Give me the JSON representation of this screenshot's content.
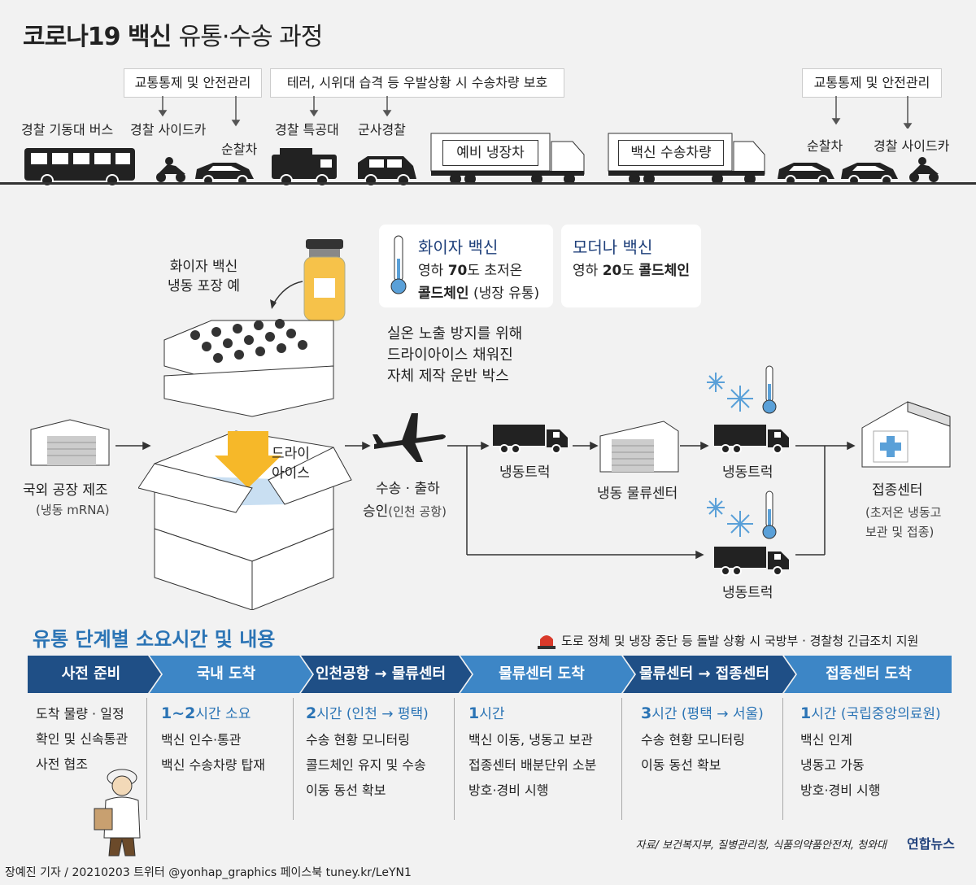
{
  "title": {
    "bold": "코로나19 백신",
    "light": "유통·수송 과정"
  },
  "convoy": {
    "callouts": [
      "교통통제 및 안전관리",
      "테러, 시위대 습격 등 우발상황 시 수송차량 보호",
      "교통통제 및 안전관리"
    ],
    "vehicles": [
      "경찰 기동대 버스",
      "경찰 사이드카",
      "순찰차",
      "경찰 특공대",
      "군사경찰",
      "순찰차",
      "경찰 사이드카"
    ],
    "trucks": [
      "예비 냉장차",
      "백신 수송차량"
    ]
  },
  "pfizer": {
    "title": "화이자 백신",
    "line1_pre": "영하 ",
    "line1_num": "70",
    "line1_post": "도 초저온",
    "line2_bold": "콜드체인",
    "line2_rest": " (냉장 유통)"
  },
  "moderna": {
    "title": "모더나 백신",
    "line1_pre": "영하 ",
    "line1_num": "20",
    "line1_mid": "도 ",
    "line1_bold": "콜드체인"
  },
  "packaging": {
    "label1": "화이자 백신",
    "label2": "냉동 포장 예",
    "dryice1": "드라이",
    "dryice2": "아이스",
    "note1": "실온 노출 방지를 위해",
    "note2": "드라이아이스 채워진",
    "note3": "자체 제작 운반 박스"
  },
  "flow": {
    "factory": "국외 공장 제조",
    "factory_sub": "(냉동 mRNA)",
    "airport1": "수송 · 출하",
    "airport2": "승인",
    "airport_sub": "(인천 공항)",
    "truck1": "냉동트럭",
    "center": "냉동 물류센터",
    "truck2": "냉동트럭",
    "truck3": "냉동트럭",
    "clinic": "접종센터",
    "clinic_sub1": "(초저온 냉동고",
    "clinic_sub2": "보관 및 접종)"
  },
  "stages_title": "유통 단계별 소요시간 및 내용",
  "notice": "도로 정체 및 냉장 중단 등 돌발 상황 시 국방부 · 경찰청 긴급조치 지원",
  "stages": [
    {
      "name": "사전 준비",
      "time_num": "",
      "time_rest": "",
      "items": [
        "도착 물량 · 일정",
        "확인 및 신속통관",
        "사전 협조"
      ]
    },
    {
      "name": "국내 도착",
      "time_num": "1~2",
      "time_rest": "시간 소요",
      "items": [
        "백신 인수·통관",
        "백신 수송차량 탑재"
      ]
    },
    {
      "name": "인천공항 → 물류센터",
      "time_num": "2",
      "time_rest": "시간 (인천 → 평택)",
      "items": [
        "수송 현황 모니터링",
        "콜드체인 유지 및 수송",
        "이동 동선 확보"
      ]
    },
    {
      "name": "물류센터 도착",
      "time_num": "1",
      "time_rest": "시간",
      "items": [
        "백신 이동, 냉동고 보관",
        "접종센터 배분단위 소분",
        "방호·경비 시행"
      ]
    },
    {
      "name": "물류센터 → 접종센터",
      "time_num": "3",
      "time_rest": "시간 (평택 → 서울)",
      "items": [
        "수송 현황 모니터링",
        "이동 동선 확보"
      ]
    },
    {
      "name": "접종센터 도착",
      "time_num": "1",
      "time_rest": "시간 (국립중앙의료원)",
      "items": [
        "백신 인계",
        "냉동고 가동",
        "방호·경비 시행"
      ]
    }
  ],
  "source": "자료/ 보건복지부, 질병관리청, 식품의약품안전처, 청와대",
  "logo": "연합뉴스",
  "credit": "장예진 기자 / 20210203 트위터 @yonhap_graphics  페이스북 tuney.kr/LeYN1",
  "colors": {
    "accent_blue": "#2b74b5",
    "chevron_dark": "#1f4f86",
    "chevron_light": "#3d86c6",
    "title_blue": "#1e3f7a"
  }
}
